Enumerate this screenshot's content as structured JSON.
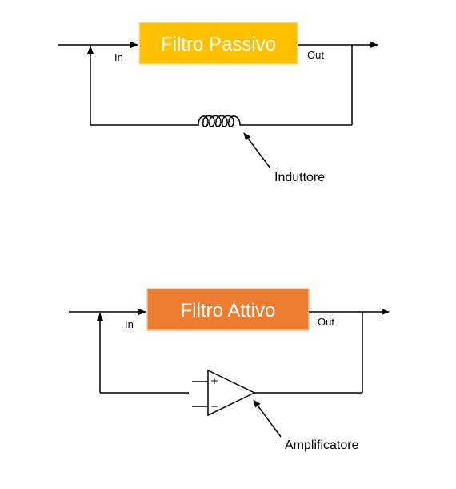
{
  "colors": {
    "passive_box": "#FFC000",
    "active_box": "#ED7D31",
    "box_border": "#F2C2A0",
    "line": "#000000"
  },
  "passive": {
    "title": "Filtro Passivo",
    "in_label": "In",
    "out_label": "Out",
    "component_label": "Induttore",
    "component_icon": "inductor-coil-icon"
  },
  "active": {
    "title": "Filtro Attivo",
    "in_label": "In",
    "out_label": "Out",
    "component_label": "Amplificatore",
    "component_icon": "op-amp-icon",
    "plus_sign": "+",
    "minus_sign": "−"
  }
}
